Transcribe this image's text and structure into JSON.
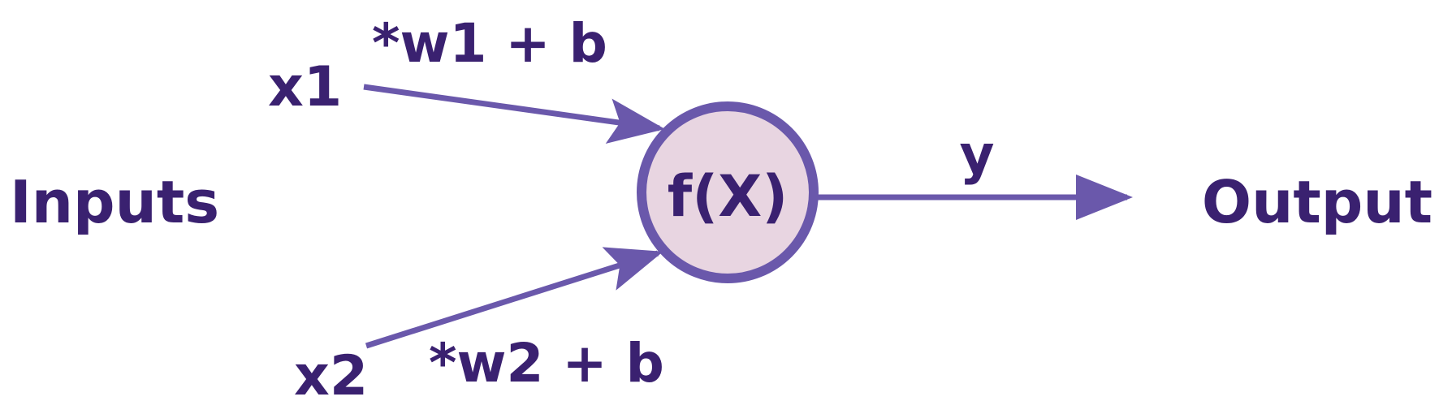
{
  "diagram": {
    "inputs_label": "Inputs",
    "output_label": "Output",
    "input1": "x1",
    "input2": "x2",
    "weight1": "*w1 + b",
    "weight2": "*w2 + b",
    "function": "f(X)",
    "output_var": "y"
  },
  "colors": {
    "text": "#3a2170",
    "arrow": "#6a58ab",
    "node_fill": "#e8d5e1",
    "node_stroke": "#6a58ab"
  }
}
